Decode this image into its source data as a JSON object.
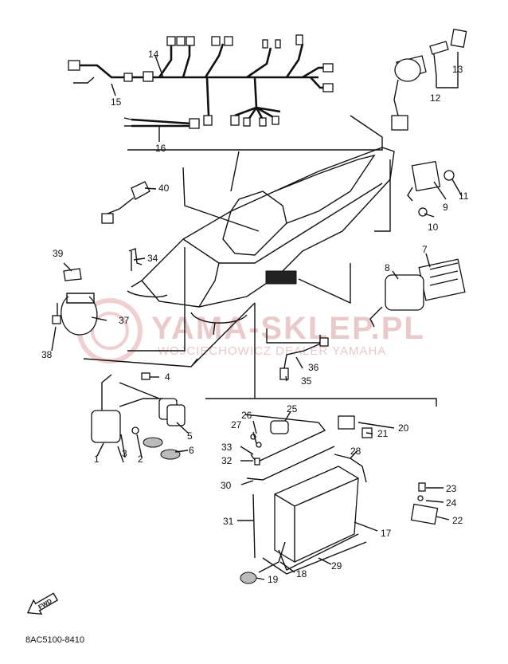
{
  "diagram": {
    "code": "8AC5100-8410",
    "fwd_label": "FWD",
    "watermark_main": "YAMA-SKLEP.PL",
    "watermark_sub": "WOJCIECHOWICZ DEALER YAMAHA"
  },
  "callouts": {
    "c1": "1",
    "c2": "2",
    "c3": "3",
    "c4": "4",
    "c5": "5",
    "c6": "6",
    "c7": "7",
    "c8": "8",
    "c9": "9",
    "c10": "10",
    "c11": "11",
    "c12": "12",
    "c13": "13",
    "c14": "14",
    "c15": "15",
    "c16": "16",
    "c17": "17",
    "c18": "18",
    "c19": "19",
    "c20": "20",
    "c21": "21",
    "c22": "22",
    "c23": "23",
    "c24": "24",
    "c25": "25",
    "c26": "26",
    "c27": "27",
    "c28": "28",
    "c29": "29",
    "c30": "30",
    "c31": "31",
    "c32": "32",
    "c33": "33",
    "c34": "34",
    "c35": "35",
    "c36": "36",
    "c37": "37",
    "c38": "38",
    "c39": "39",
    "c40": "40"
  }
}
